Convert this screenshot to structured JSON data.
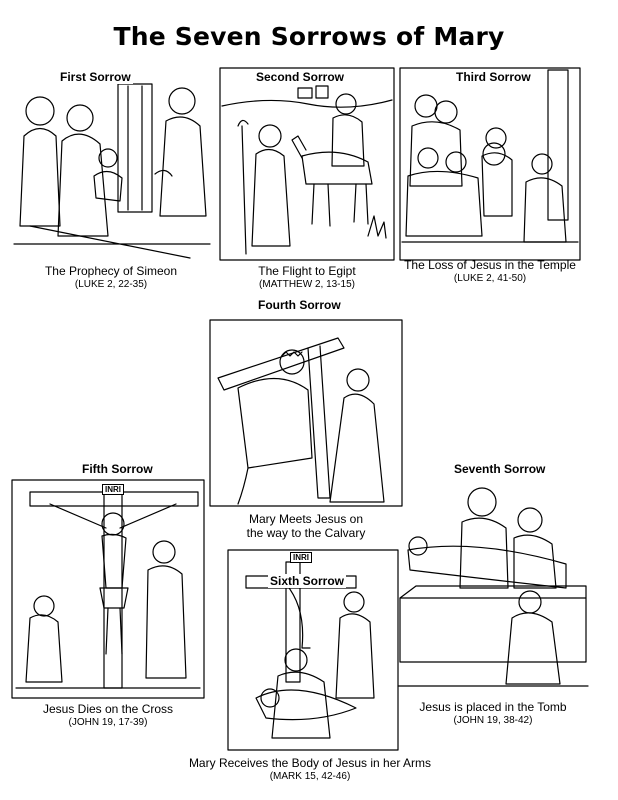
{
  "title": "The Seven Sorrows of Mary",
  "sorrows": [
    {
      "heading": "First Sorrow",
      "caption": "The Prophecy of Simeon",
      "reference": "(LUKE 2, 22-35)"
    },
    {
      "heading": "Second Sorrow",
      "caption": "The Flight to Egipt",
      "reference": "(MATTHEW 2, 13-15)"
    },
    {
      "heading": "Third Sorrow",
      "caption": "The Loss of Jesus in the Temple",
      "reference": "(LUKE 2, 41-50)"
    },
    {
      "heading": "Fourth Sorrow",
      "caption_line1": "Mary Meets Jesus on",
      "caption_line2": "the way to the Calvary"
    },
    {
      "heading": "Fifth Sorrow",
      "caption": "Jesus Dies on the Cross",
      "reference": "(JOHN 19, 17-39)",
      "sign": "INRI"
    },
    {
      "heading": "Sixth Sorrow",
      "caption": "Mary Receives the Body of Jesus in her Arms",
      "reference": "(MARK 15, 42-46)",
      "sign": "INRI"
    },
    {
      "heading": "Seventh Sorrow",
      "caption": "Jesus is placed in the Tomb",
      "reference": "(JOHN 19, 38-42)"
    }
  ]
}
